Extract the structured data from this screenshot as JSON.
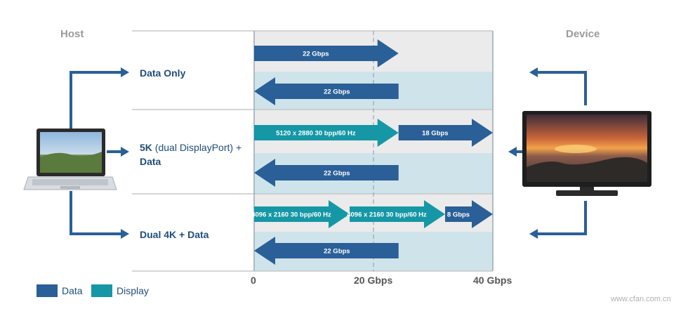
{
  "headers": {
    "host": "Host",
    "device": "Device"
  },
  "rows": [
    {
      "bold": "Data Only",
      "rest": "",
      "line2": ""
    },
    {
      "bold": "5K",
      "rest": " (dual DisplayPort) +",
      "line2": "Data"
    },
    {
      "bold": "Dual 4K + Data",
      "rest": "",
      "line2": ""
    }
  ],
  "axis": {
    "ticks": [
      "0",
      "20 Gbps",
      "40 Gbps"
    ]
  },
  "legend": [
    {
      "label": "Data",
      "color": "#2a5f98"
    },
    {
      "label": "Display",
      "color": "#1597a6"
    }
  ],
  "colors": {
    "data": "#2a5f98",
    "display": "#1597a6",
    "dark": "#1f4e79",
    "connector": "#2a5f98",
    "band_gray": "#ebebeb",
    "band_blue": "#cfe3ea"
  },
  "arrows": [
    {
      "id": "r1-up",
      "dir": "right",
      "from": 0,
      "to": 24.2,
      "kind": "data",
      "label": "22 Gbps"
    },
    {
      "id": "r1-down",
      "dir": "left",
      "from": 0,
      "to": 24.2,
      "kind": "data",
      "label": "22 Gbps"
    },
    {
      "id": "r2-up-a",
      "dir": "right",
      "from": 0,
      "to": 24.2,
      "kind": "display",
      "label": "5120 x 2880 30 bpp/60 Hz"
    },
    {
      "id": "r2-up-b",
      "dir": "right",
      "from": 24.2,
      "to": 40,
      "kind": "data",
      "label": "18 Gbps"
    },
    {
      "id": "r2-down",
      "dir": "left",
      "from": 0,
      "to": 24.2,
      "kind": "data",
      "label": "22 Gbps"
    },
    {
      "id": "r3-up-a",
      "dir": "right",
      "from": 0,
      "to": 16,
      "kind": "display",
      "label": "4096 x 2160 30 bpp/60 Hz"
    },
    {
      "id": "r3-up-b",
      "dir": "right",
      "from": 16,
      "to": 32,
      "kind": "display",
      "label": "4096 x 2160 30 bpp/60 Hz"
    },
    {
      "id": "r3-up-c",
      "dir": "right",
      "from": 32,
      "to": 40,
      "kind": "data",
      "label": "8 Gbps"
    },
    {
      "id": "r3-down",
      "dir": "left",
      "from": 0,
      "to": 24.2,
      "kind": "data",
      "label": "22 Gbps"
    }
  ],
  "watermark": "www.cfan.com.cn"
}
